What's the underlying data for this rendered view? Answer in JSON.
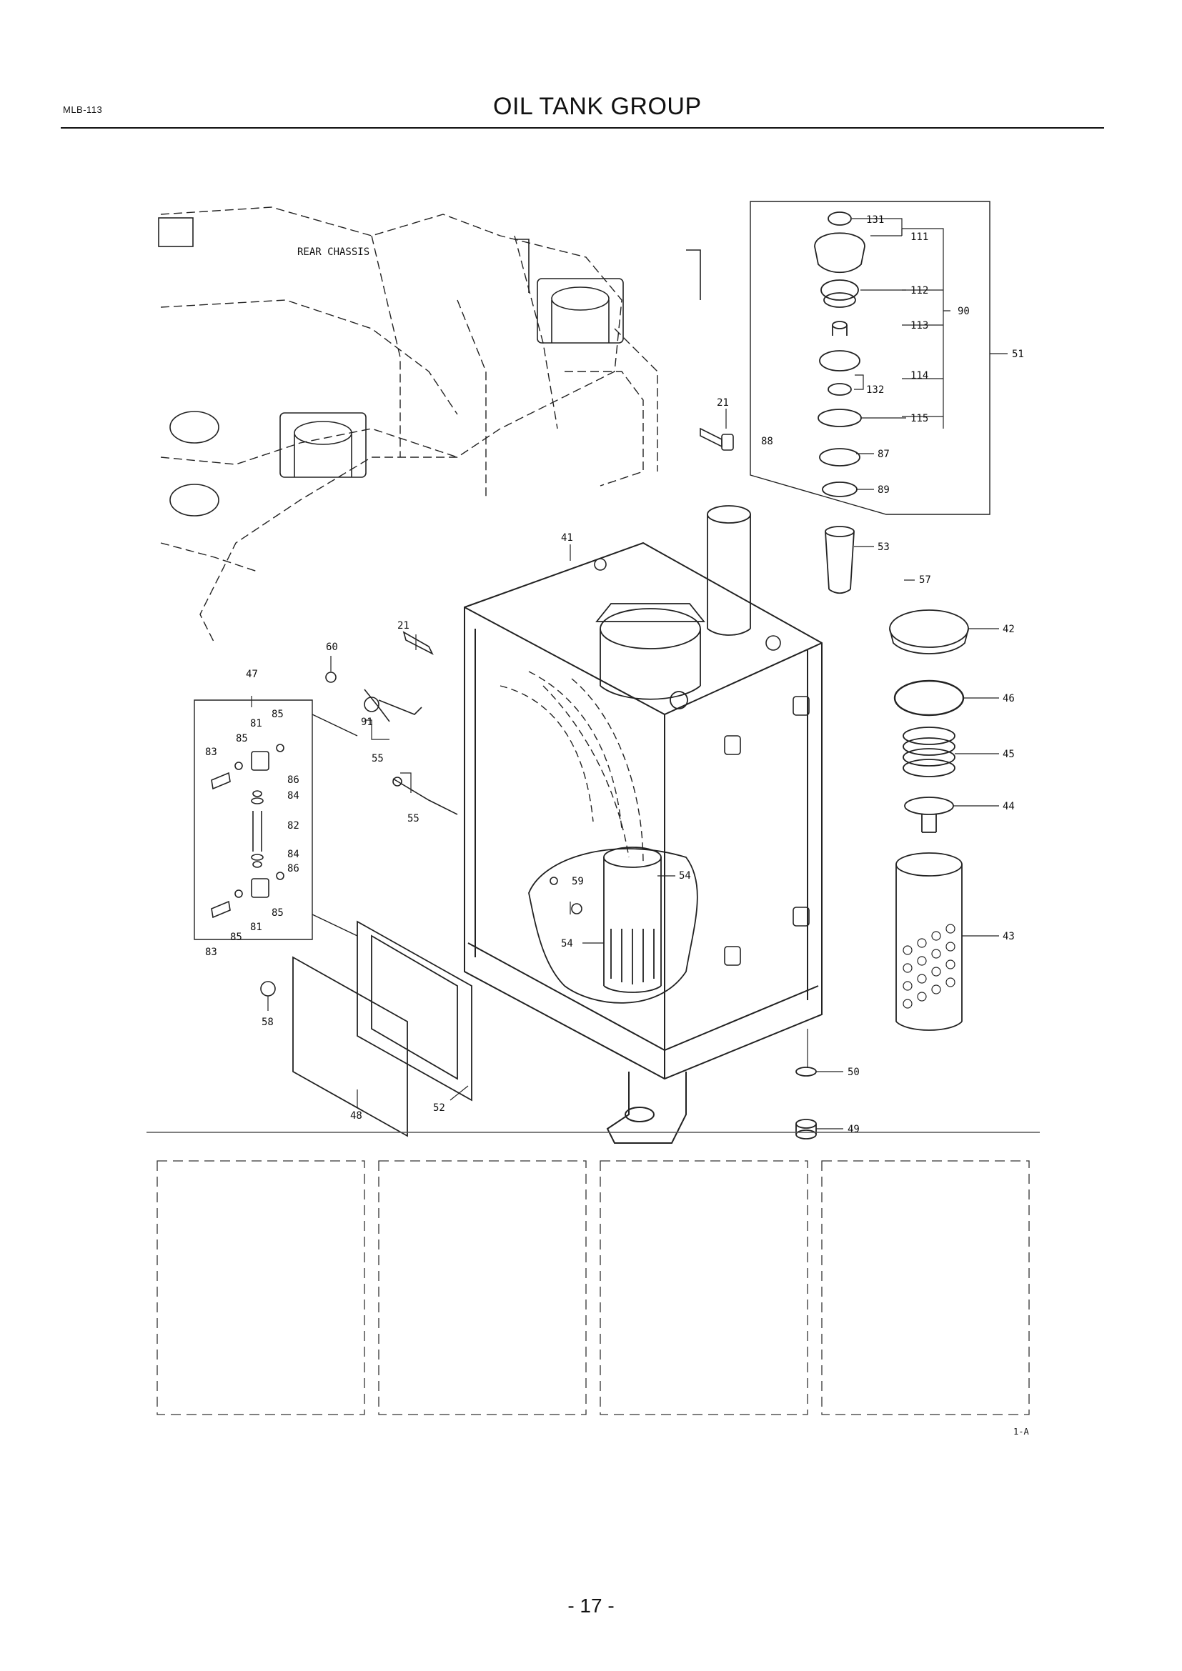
{
  "header": {
    "code": "MLB-113",
    "title": "OIL TANK GROUP"
  },
  "diagram": {
    "labels": {
      "rear_chassis": "REAR CHASSIS",
      "p131": "131",
      "p111": "111",
      "p112": "112",
      "p90": "90",
      "p113": "113",
      "p51": "51",
      "p114": "114",
      "p132": "132",
      "p115": "115",
      "p21a": "21",
      "p88": "88",
      "p87": "87",
      "p89": "89",
      "p53": "53",
      "p41": "41",
      "p57": "57",
      "p42": "42",
      "p21b": "21",
      "p60a": "60",
      "p47": "47",
      "p46": "46",
      "p45": "45",
      "p44": "44",
      "p43": "43",
      "p85a": "85",
      "p81a": "81",
      "p85b": "85",
      "p83a": "83",
      "p91": "91",
      "p55a": "55",
      "p86a": "86",
      "p84a": "84",
      "p55b": "55",
      "p82": "82",
      "p84b": "84",
      "p86b": "86",
      "p59": "59",
      "p54a": "54",
      "p54b": "54",
      "p85c": "85",
      "p81b": "81",
      "p85d": "85",
      "p83b": "83",
      "p58": "58",
      "p52": "52",
      "p48": "48",
      "p50b": "50",
      "p49": "49"
    },
    "variant": "1-A"
  },
  "footer": {
    "page": "- 17 -"
  }
}
